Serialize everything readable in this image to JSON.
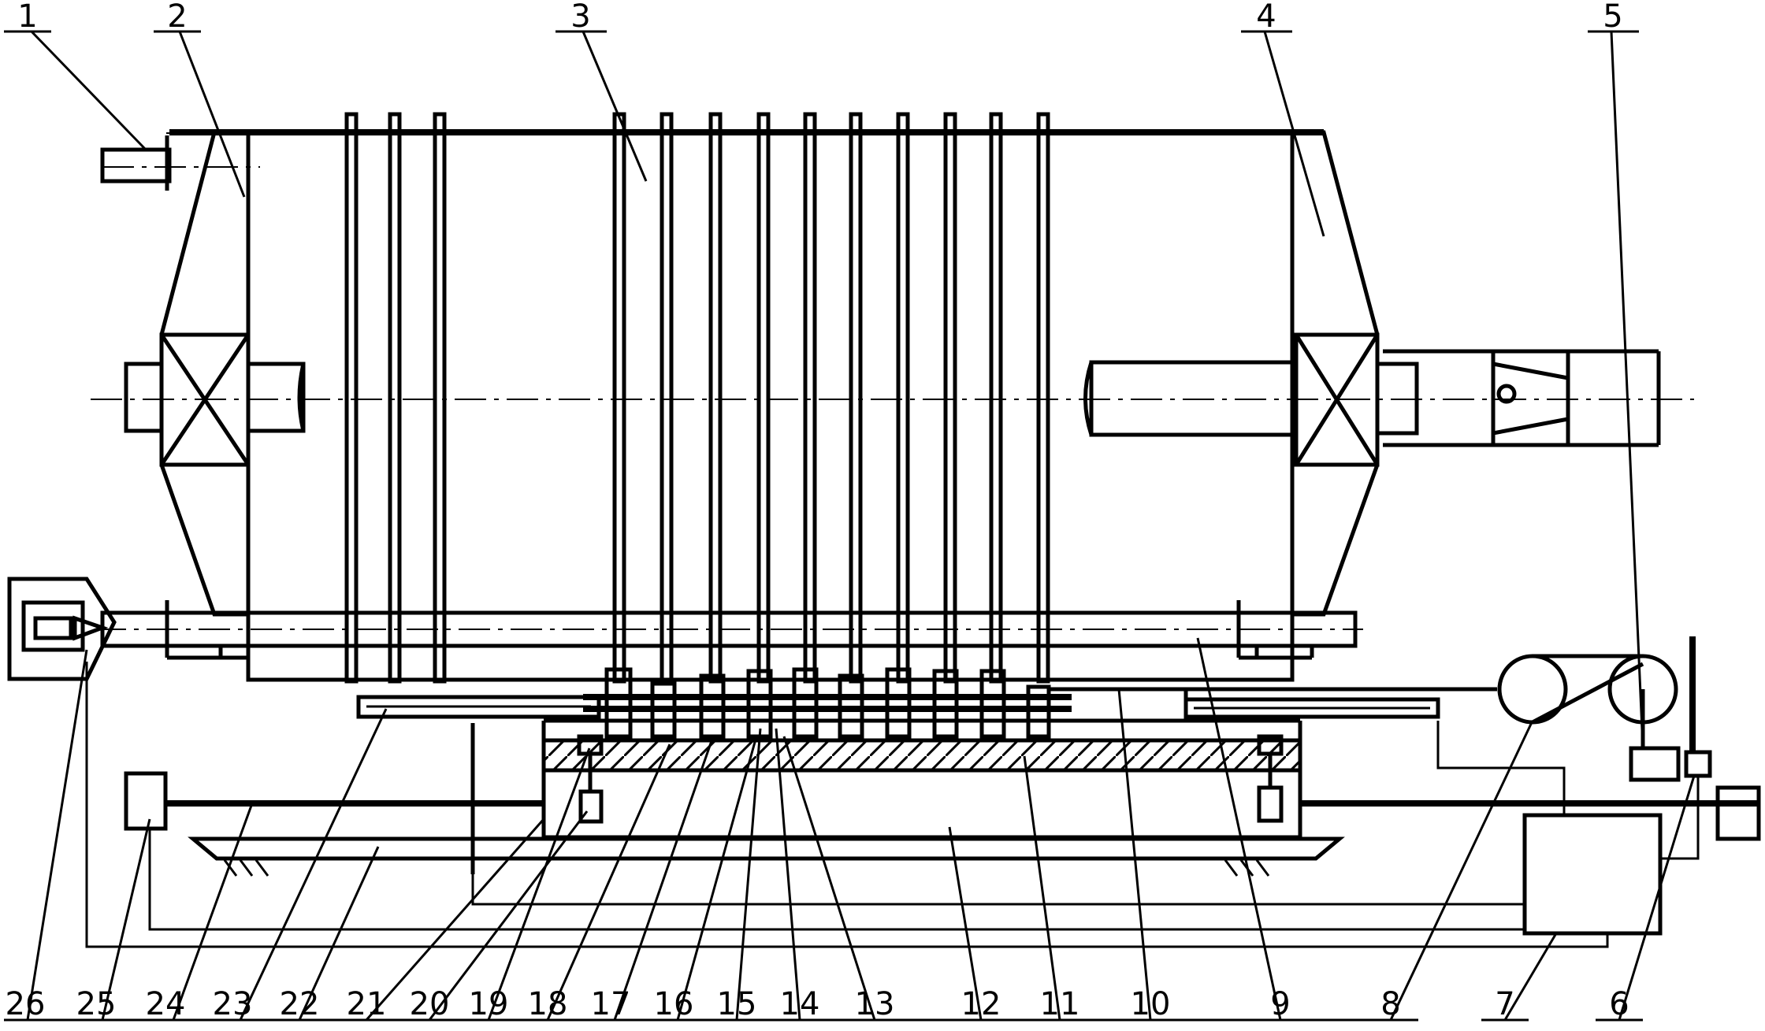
{
  "labels": {
    "top": [
      "1",
      "2",
      "3",
      "4",
      "5"
    ],
    "bottom": [
      "26",
      "25",
      "24",
      "23",
      "22",
      "21",
      "20",
      "19",
      "18",
      "17",
      "16",
      "15",
      "14",
      "13",
      "12",
      "11",
      "10",
      "9",
      "8",
      "7",
      "6"
    ]
  }
}
